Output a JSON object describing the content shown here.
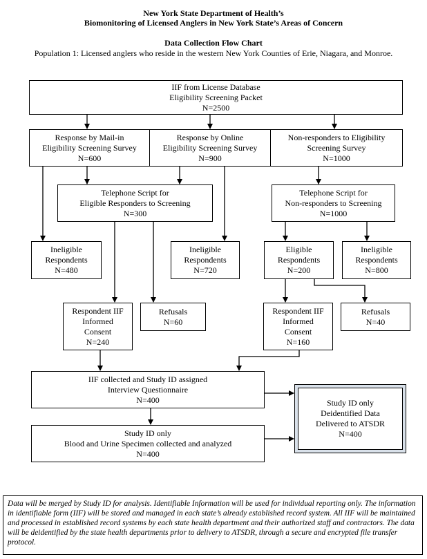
{
  "header": {
    "org": "New York State Department of Health’s",
    "program": "Biomonitoring of Licensed Anglers in New York State’s Areas of Concern",
    "chart_title": "Data Collection Flow Chart",
    "population": "Population 1: Licensed anglers who reside in the western New York Counties of Erie, Niagara, and Monroe."
  },
  "boxes": {
    "iif_db": [
      "IIF from License Database",
      "Eligibility Screening Packet",
      "N=2500"
    ],
    "mail": [
      "Response by Mail-in",
      "Eligibility Screening Survey",
      "N=600"
    ],
    "online": [
      "Response by Online",
      "Eligibility Screening Survey",
      "N=900"
    ],
    "nonresp": [
      "Non-responders to Eligibility",
      "Screening Survey",
      "N=1000"
    ],
    "tel_elig": [
      "Telephone Script for",
      "Eligible Responders to Screening",
      "N=300"
    ],
    "tel_non": [
      "Telephone Script for",
      "Non-responders to Screening",
      "N=1000"
    ],
    "inel_480": [
      "Ineligible",
      "Respondents",
      "N=480"
    ],
    "inel_720": [
      "Ineligible",
      "Respondents",
      "N=720"
    ],
    "elig_200": [
      "Eligible",
      "Respondents",
      "N=200"
    ],
    "inel_800": [
      "Ineligible",
      "Respondents",
      "N=800"
    ],
    "consent_240": [
      "Respondent IIF",
      "Informed",
      "Consent",
      "N=240"
    ],
    "refusals_60": [
      "Refusals",
      "N=60"
    ],
    "consent_160": [
      "Respondent IIF",
      "Informed",
      "Consent",
      "N=160"
    ],
    "refusals_40": [
      "Refusals",
      "N=40"
    ],
    "iif_collected": [
      "IIF collected and Study ID assigned",
      "Interview Questionnaire",
      "N=400"
    ],
    "specimen": [
      "Study ID only",
      "Blood and Urine Specimen collected and analyzed",
      "N=400"
    ],
    "atsdr": [
      "Study ID only",
      "Deidentified Data",
      "Delivered to ATSDR",
      "N=400"
    ]
  },
  "note": "Data will be merged by Study ID for analysis.  Identifiable Information will be used for individual reporting only. The information in identifiable form (IIF) will be stored and managed in each state’s already established record system. All IIF will be maintained and processed in established record systems by each state health department and their authorized staff and contractors. The data will be deidentified by the state health departments prior to delivery to ATSDR, through a secure and encrypted file transfer protocol.",
  "colors": {
    "shaded_frame": "#d9e1ea",
    "line": "#000000"
  }
}
